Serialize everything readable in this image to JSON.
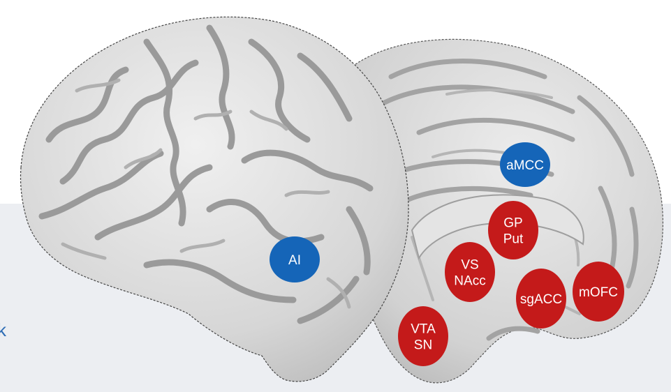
{
  "colors": {
    "background": "#ffffff",
    "band": "#eceef2",
    "edge_text": "#2f6db5",
    "blue_marker": "#1565b8",
    "red_marker": "#c41a1a",
    "cortex": "#d9d9d9",
    "sulcus": "#9d9d9d"
  },
  "edge_text": "k",
  "regions": [
    {
      "id": "aMCC",
      "lines": [
        "aMCC"
      ],
      "color": "blue"
    },
    {
      "id": "AI",
      "lines": [
        "AI"
      ],
      "color": "blue"
    },
    {
      "id": "GP-Put",
      "lines": [
        "GP",
        "Put"
      ],
      "color": "red"
    },
    {
      "id": "VS-NAcc",
      "lines": [
        "VS",
        "NAcc"
      ],
      "color": "red"
    },
    {
      "id": "sgACC",
      "lines": [
        "sgACC"
      ],
      "color": "red"
    },
    {
      "id": "mOFC",
      "lines": [
        "mOFC"
      ],
      "color": "red"
    },
    {
      "id": "VTA-SN",
      "lines": [
        "VTA",
        "SN"
      ],
      "color": "red"
    }
  ]
}
